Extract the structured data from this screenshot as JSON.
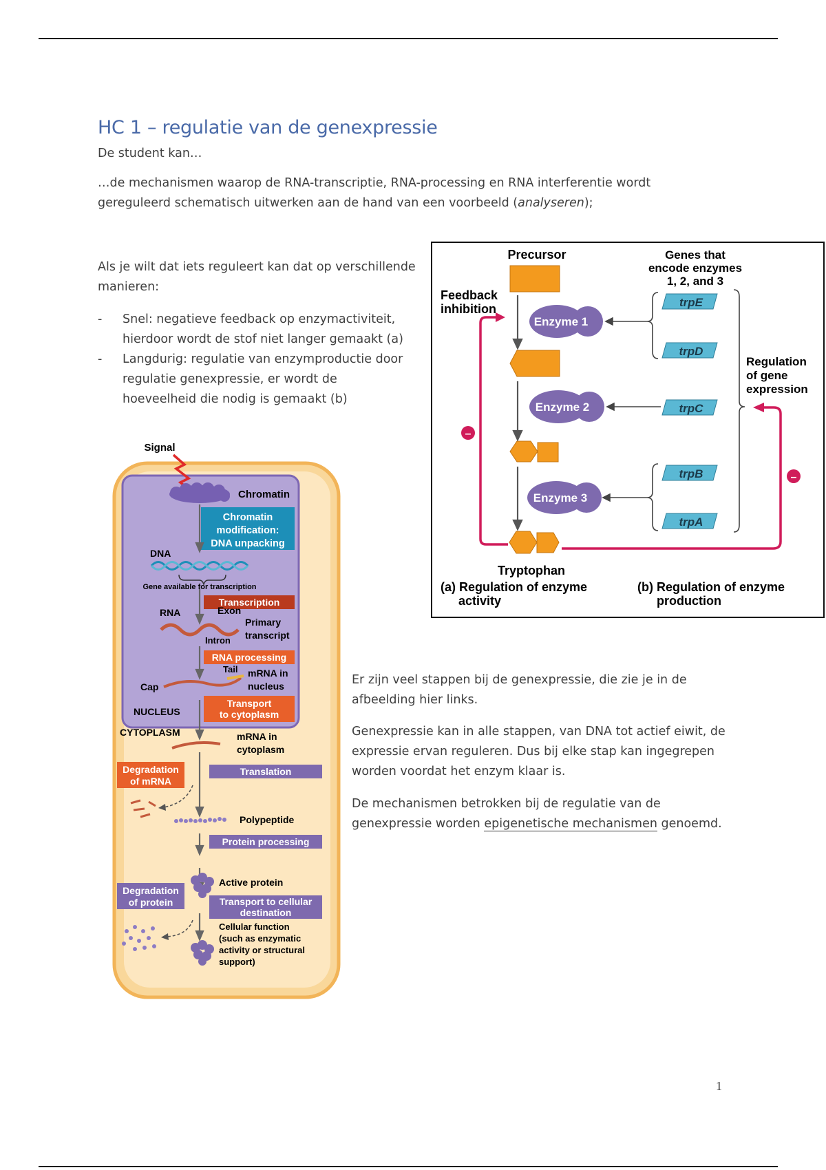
{
  "header_rule": "",
  "title": "HC 1 – regulatie van de genexpressie",
  "intro": "De student kan…",
  "objective_line1": "…de mechanismen waarop de RNA-transcriptie, RNA-processing en RNA interferentie wordt",
  "objective_line2_pre": "gereguleerd schematisch uitwerken aan de hand van een voorbeeld (",
  "objective_line2_em": "analyseren",
  "objective_line2_post": ");",
  "regulation_intro_1": "Als je wilt dat iets reguleert kan dat op verschillende",
  "regulation_intro_2": "manieren:",
  "bullets": [
    {
      "dash": "-",
      "line1": "Snel: negatieve feedback op enzymactiviteit,",
      "line2": "hierdoor wordt de stof niet langer gemaakt (a)"
    },
    {
      "dash": "-",
      "line1": "Langdurig: regulatie van enzymproductie door",
      "line2": "regulatie genexpressie, er wordt de",
      "line3": "hoeveelheid die nodig is gemaakt (b)"
    }
  ],
  "para1_line1": "Er zijn veel stappen bij de genexpressie, die zie je in de",
  "para1_line2": "afbeelding hier links.",
  "para2_line1": "Genexpressie kan in alle stappen, van DNA tot actief eiwit, de",
  "para2_line2": "expressie ervan reguleren. Dus bij elke stap kan ingegrepen",
  "para2_line3": "worden voordat het enzym klaar is.",
  "para3_line1": "De mechanismen betrokken bij de regulatie van de",
  "para3_line2_pre": "genexpressie worden ",
  "para3_line2_u": "epigenetische mechanismen",
  "para3_line2_post": " genoemd.",
  "page_number": "1",
  "trp_figure": {
    "precursor": "Precursor",
    "genes_line1": "Genes that",
    "genes_line2": "encode enzymes",
    "genes_line3": "1, 2, and 3",
    "feedback_line1": "Feedback",
    "feedback_line2": "inhibition",
    "enzyme1": "Enzyme 1",
    "enzyme2": "Enzyme 2",
    "enzyme3": "Enzyme 3",
    "genes": [
      "trpE",
      "trpD",
      "trpC",
      "trpB",
      "trpA"
    ],
    "regulation_line1": "Regulation",
    "regulation_line2": "of gene",
    "regulation_line3": "expression",
    "tryptophan": "Tryptophan",
    "caption_a_line1": "(a) Regulation of enzyme",
    "caption_a_line2": "activity",
    "caption_b_line1": "(b) Regulation of enzyme",
    "caption_b_line2": "production",
    "inhibit_symbol": "–",
    "colors": {
      "substrate": "#f39a1e",
      "enzyme": "#7e6aae",
      "gene": "#5ab8d4",
      "feedback": "#d01c5a"
    }
  },
  "cell_figure": {
    "signal": "Signal",
    "chromatin": "Chromatin",
    "chromatin_mod_1": "Chromatin",
    "chromatin_mod_2": "modification:",
    "chromatin_mod_3": "DNA unpacking",
    "dna": "DNA",
    "gene_available": "Gene available for transcription",
    "transcription": "Transcription",
    "rna": "RNA",
    "exon": "Exon",
    "primary_1": "Primary",
    "primary_2": "transcript",
    "intron": "Intron",
    "rna_processing": "RNA processing",
    "tail": "Tail",
    "cap": "Cap",
    "mrna_nucleus_1": "mRNA in",
    "mrna_nucleus_2": "nucleus",
    "transport_1": "Transport",
    "transport_2": "to cytoplasm",
    "nucleus": "NUCLEUS",
    "cytoplasm": "CYTOPLASM",
    "mrna_cyto_1": "mRNA in",
    "mrna_cyto_2": "cytoplasm",
    "degradation_mrna_1": "Degradation",
    "degradation_mrna_2": "of mRNA",
    "translation": "Translation",
    "polypeptide": "Polypeptide",
    "protein_processing": "Protein processing",
    "active_protein": "Active protein",
    "degradation_protein_1": "Degradation",
    "degradation_protein_2": "of protein",
    "transport_cell_1": "Transport to cellular",
    "transport_cell_2": "destination",
    "function_1": "Cellular function",
    "function_2": "(such as enzymatic",
    "function_3": "activity or structural",
    "function_4": "support)"
  }
}
